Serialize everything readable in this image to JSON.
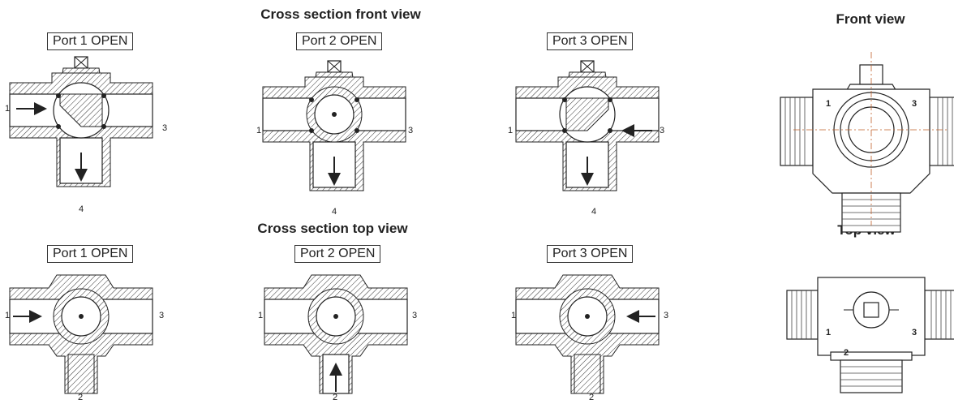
{
  "headings": {
    "front_section": "Cross section front view",
    "top_section": "Cross section top view",
    "front_view": "Front view",
    "top_view": "Top view"
  },
  "port_labels": {
    "port1": "Port 1 OPEN",
    "port2": "Port 2 OPEN",
    "port3": "Port 3 OPEN"
  },
  "port_numbers": {
    "p1": "1",
    "p2": "2",
    "p3": "3",
    "p4": "4"
  },
  "colors": {
    "line": "#222222",
    "centerline": "#c0602a"
  }
}
